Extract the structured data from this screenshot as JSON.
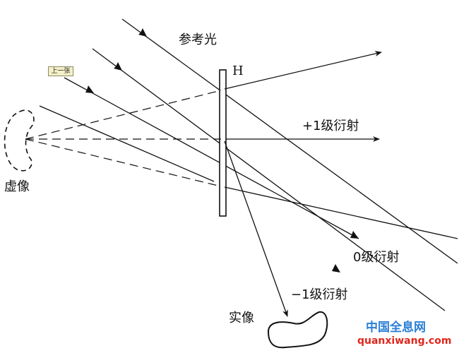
{
  "labels": {
    "reference_light": "参考光",
    "hologram": "H",
    "plus_first_order": "+1级衍射",
    "zero_order": "0级衍射",
    "minus_first_order": "−1级衍射",
    "virtual_image": "虚像",
    "real_image": "实像"
  },
  "nav": {
    "prev_label": "上一张"
  },
  "watermark": {
    "line1": "中国全息网",
    "line2": "quanxiwang.com"
  },
  "colors": {
    "ink": "#111111",
    "watermark_blue": "#2c7fd6",
    "watermark_red": "#e0261c",
    "button_bg": "#f3efc8"
  }
}
